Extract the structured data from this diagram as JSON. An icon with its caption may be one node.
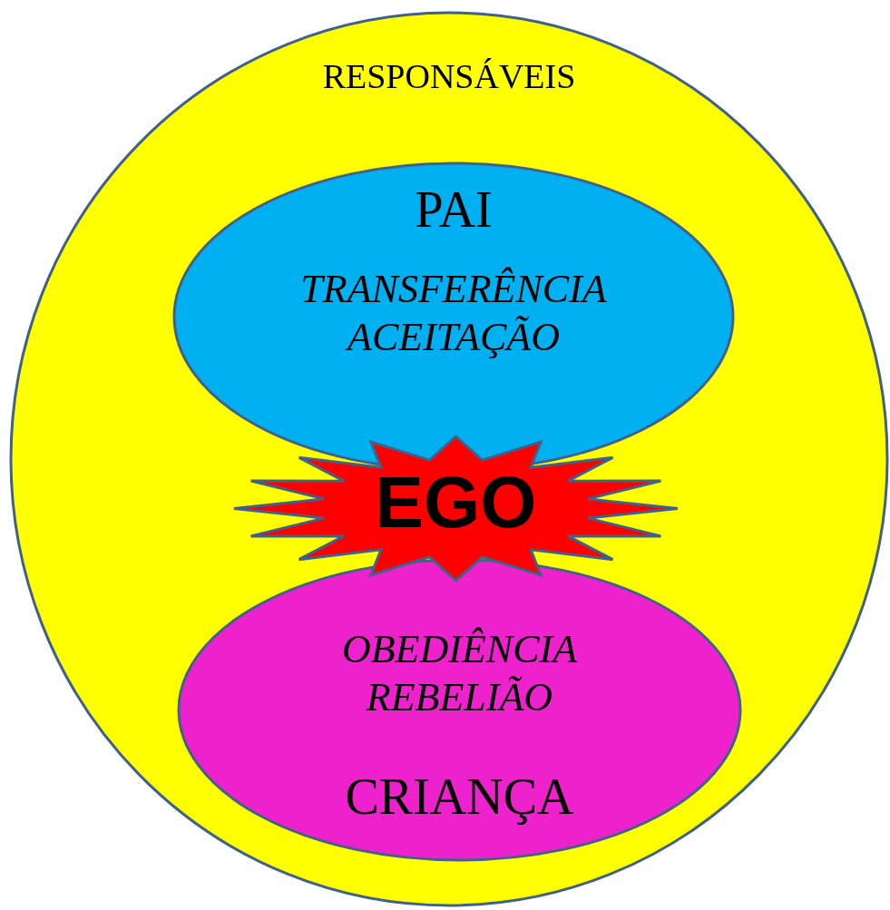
{
  "diagram": {
    "nodes": [
      {
        "text": [
          "RESPONSÁVEIS"
        ]
      },
      {
        "text": [
          "PAI",
          "TRANSFERÊNCIA ACEITAÇÃO"
        ],
        "in": 0
      },
      {
        "text": [
          "OBEDIÊNCIA REBELIÃO",
          "CRIANÇA"
        ],
        "in": 0
      },
      {
        "text": [
          "EGO"
        ],
        "in": 0
      }
    ]
  }
}
